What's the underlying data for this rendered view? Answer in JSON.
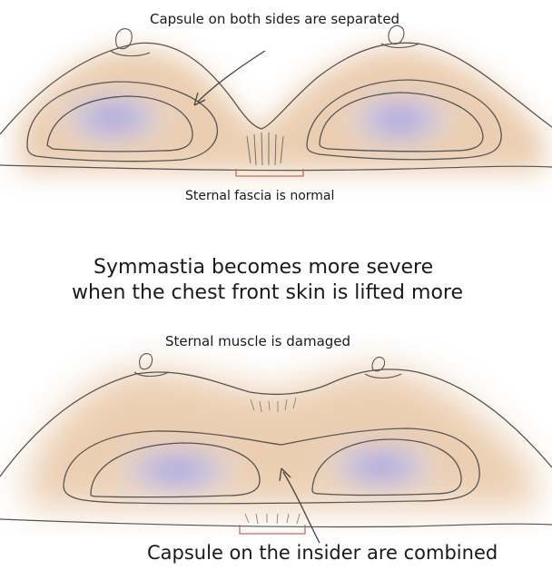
{
  "labels": {
    "top_capsule": "Capsule on both sides are separated",
    "top_fascia": "Sternal fascia is normal",
    "headline_line1": "Symmastia becomes more severe",
    "headline_line2": "when the chest front skin is lifted more",
    "bottom_muscle": "Sternal muscle is damaged",
    "bottom_capsule": "Capsule on the insider are combined"
  },
  "colors": {
    "skin_tone": "#e8c6a4",
    "implant_blue": "#8c8ee6",
    "sketch_line": "#555555",
    "fascia_red": "#c96a5a"
  }
}
